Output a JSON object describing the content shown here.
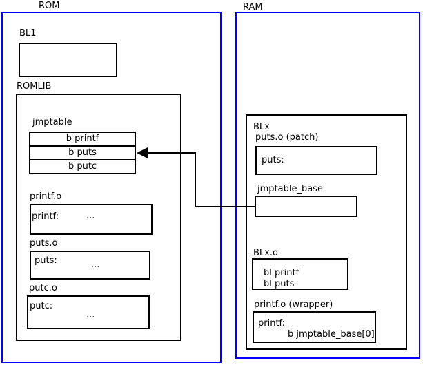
{
  "colors": {
    "region_border": "#0000ff",
    "box_border": "#000000",
    "background": "#ffffff",
    "text": "#000000"
  },
  "rom": {
    "title": "ROM",
    "bl1": {
      "label": "BL1"
    },
    "romlib": {
      "label": "ROMLIB",
      "jmptable": {
        "label": "jmptable",
        "entries": [
          "b printf",
          "b puts",
          "b putc"
        ]
      },
      "objects": [
        {
          "label": "printf.o",
          "symbol": "printf:",
          "body": "..."
        },
        {
          "label": "puts.o",
          "symbol": "puts:",
          "body": "..."
        },
        {
          "label": "putc.o",
          "symbol": "putc:",
          "body": "..."
        }
      ]
    }
  },
  "ram": {
    "title": "RAM",
    "blx": {
      "label": "BLx",
      "puts_patch": {
        "label": "puts.o (patch)",
        "symbol": "puts:"
      },
      "jmptable_base": {
        "label": "jmptable_base"
      },
      "blx_object": {
        "label": "BLx.o",
        "instructions": [
          "bl printf",
          "bl puts"
        ]
      },
      "printf_wrapper": {
        "label": "printf.o (wrapper)",
        "symbol": "printf:",
        "instruction": "b jmptable_base[0]"
      }
    }
  }
}
